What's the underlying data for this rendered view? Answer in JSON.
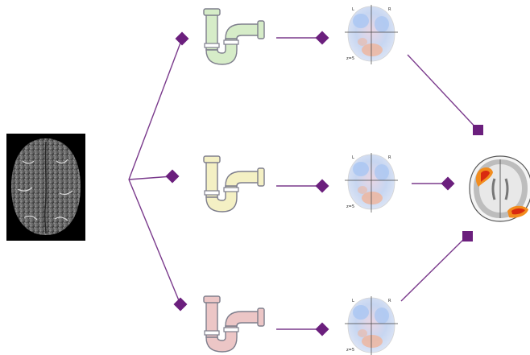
{
  "colors": {
    "connector": "#7a3a8c",
    "marker": "#6b1f7d",
    "input_bg": "#000000",
    "pipe_green": "#d6ecc8",
    "pipe_yellow": "#f4f0c4",
    "pipe_red": "#ecc6c6",
    "pipe_outline": "#7e7e8c",
    "map_blue": "#a9c6f2",
    "map_orange": "#f0b49a",
    "activation_red": "#d92a10",
    "activation_orange": "#f28c1e"
  },
  "icons": {
    "input": "brain-mri-icon",
    "pipeline": "pipe-icon",
    "stat_map": "brain-axial-slice-icon",
    "output": "brain-activation-icon",
    "marker": "diamond-icon",
    "square_marker": "square-icon"
  },
  "pipelines": [
    {
      "color_key": "pipe_green",
      "map": {
        "left": "L",
        "right": "R",
        "slice": "z=5"
      }
    },
    {
      "color_key": "pipe_yellow",
      "map": {
        "left": "L",
        "right": "R",
        "slice": "z=5"
      }
    },
    {
      "color_key": "pipe_red",
      "map": {
        "left": "L",
        "right": "R",
        "slice": "z=5"
      }
    }
  ]
}
